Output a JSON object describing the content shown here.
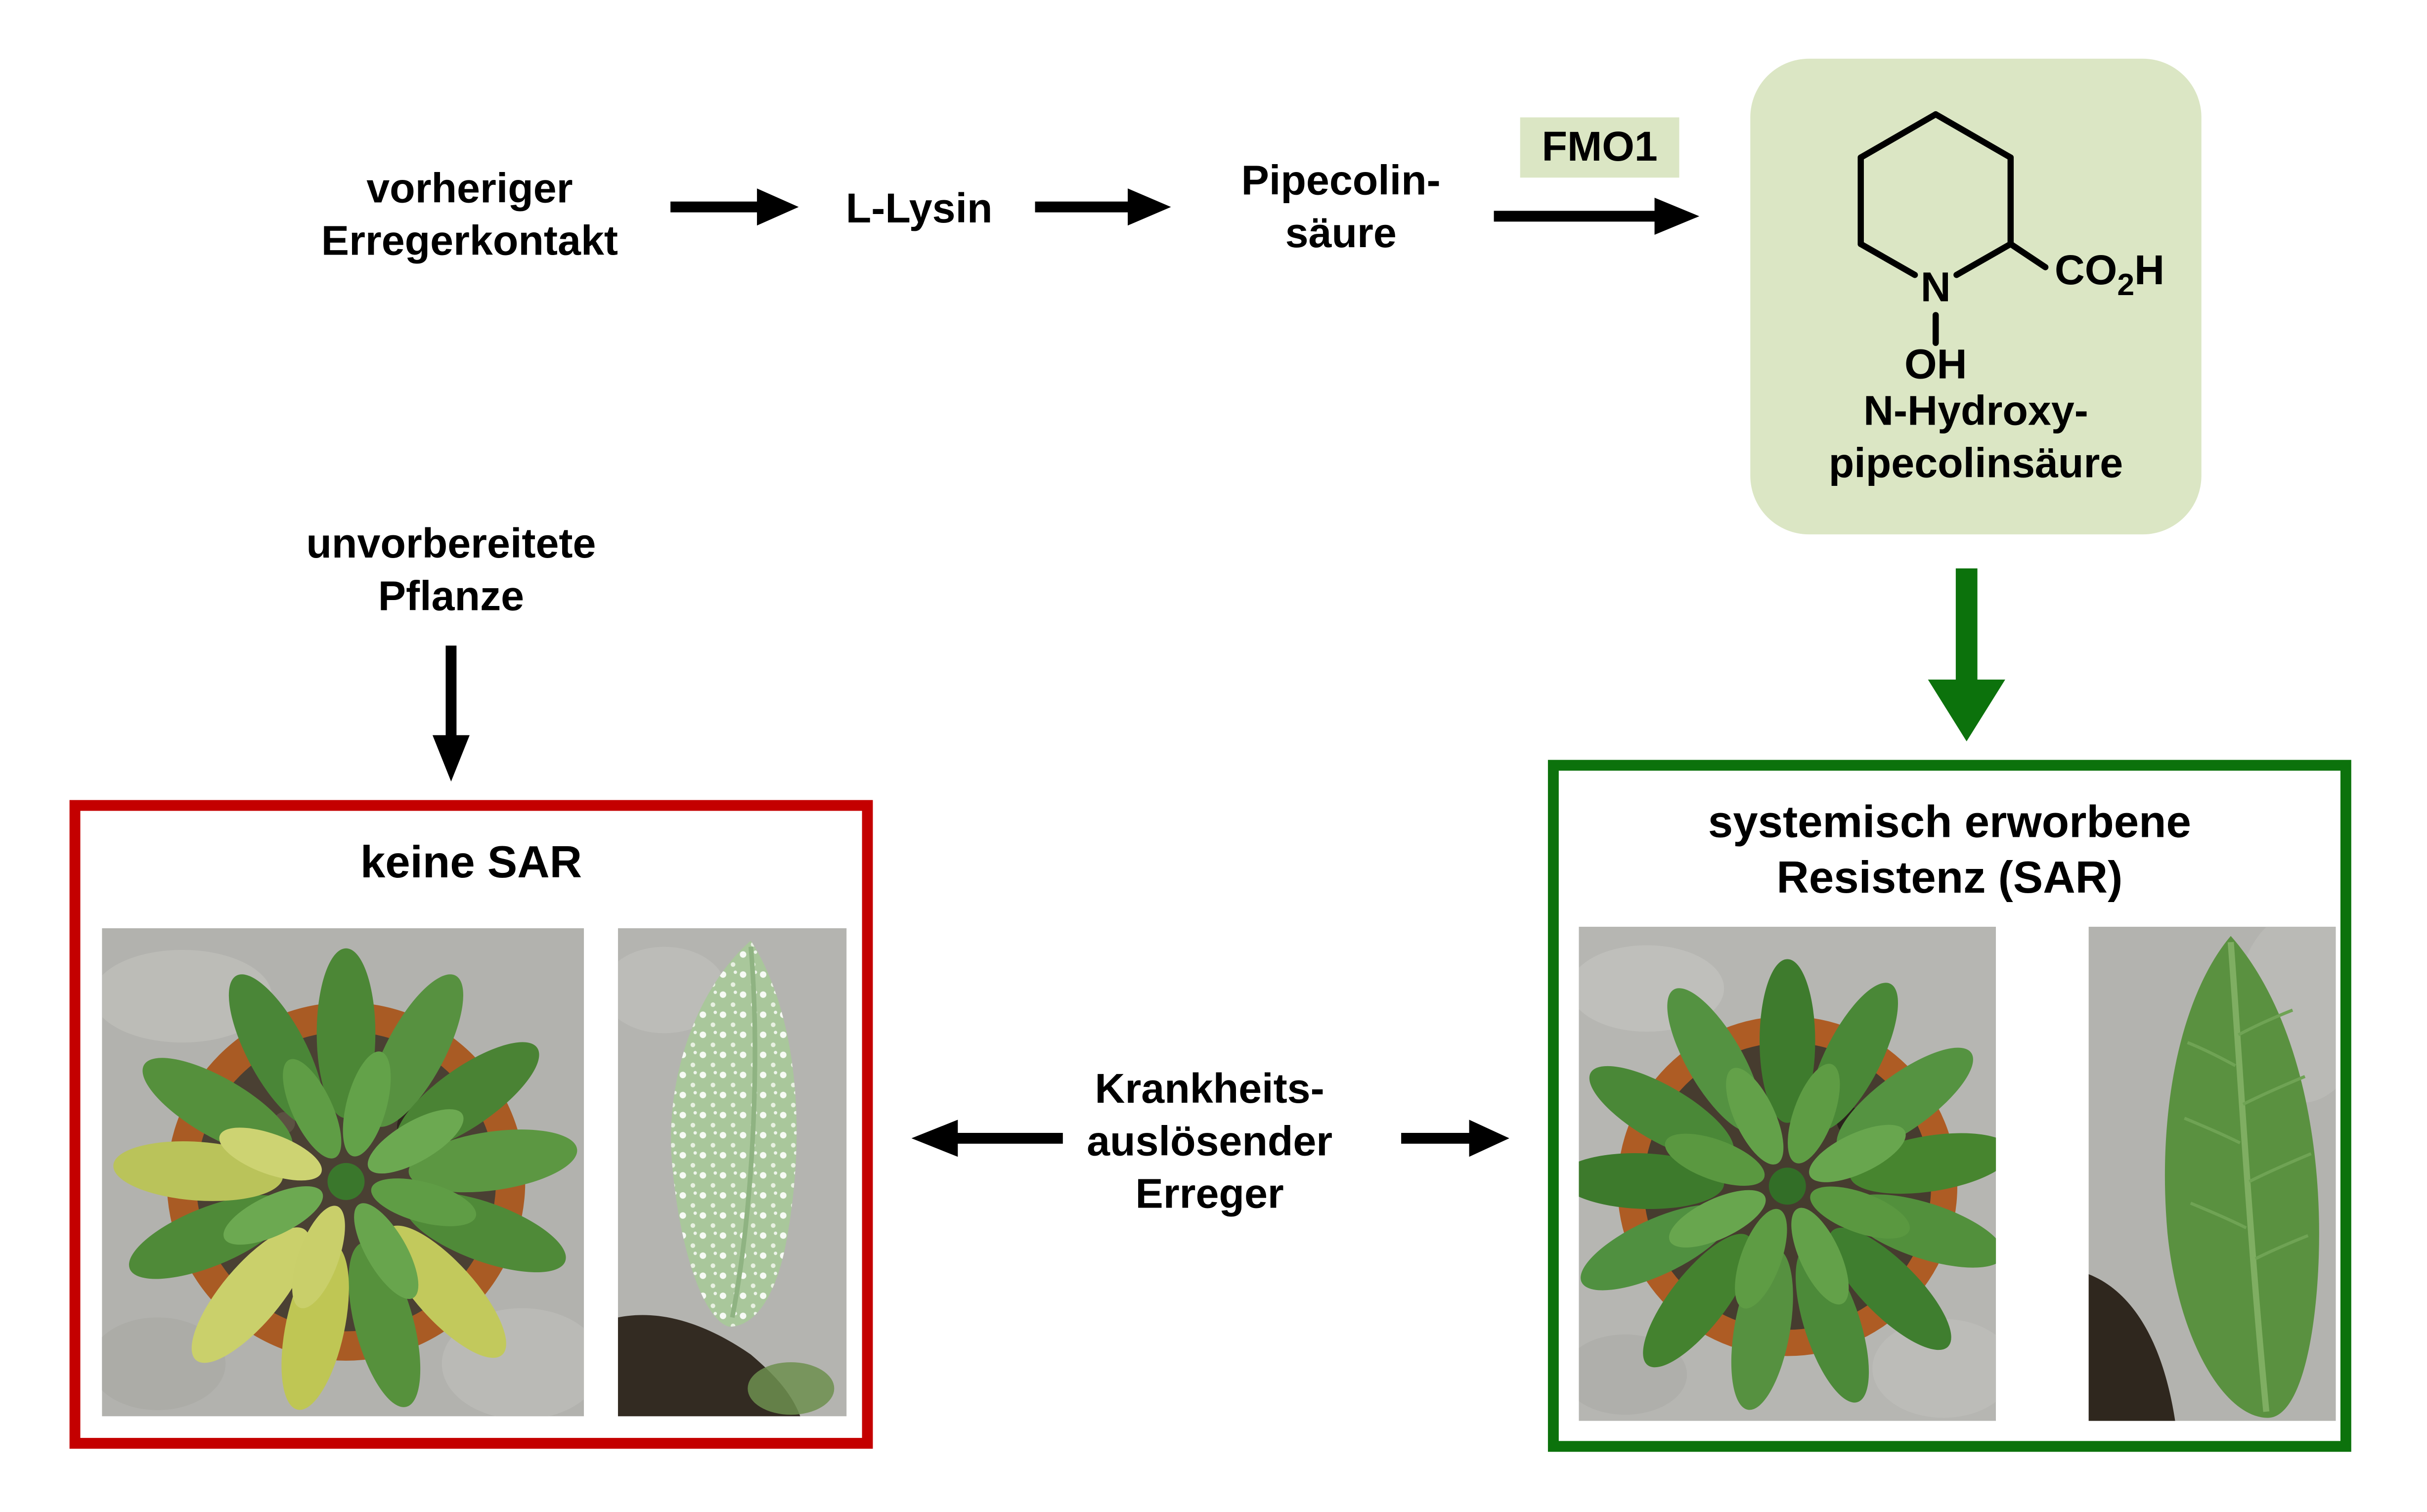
{
  "colors": {
    "light_green": "#dbe6c4",
    "dark_green": "#0c720c",
    "red": "#c40000",
    "black": "#000000"
  },
  "flow": {
    "prior_contact": "vorheriger\nErregerkontakt",
    "l_lysin": "L-Lysin",
    "pipecolic_acid": "Pipecolin-\nsäure",
    "enzyme": "FMO1"
  },
  "molecule": {
    "n": "N",
    "oh": "OH",
    "co": "CO",
    "co_sub": "2",
    "h": "H",
    "label": "N-Hydroxy-\npipecolinsäure"
  },
  "left_branch": {
    "plant_label": "unvorbereitete\nPflanze"
  },
  "pathogen": {
    "label": "Krankheits-\nauslösender\nErreger"
  },
  "no_sar_box": {
    "title": "keine SAR",
    "photos": [
      "diseased plant in pot with yellowing leaves",
      "leaf covered with powdery mildew"
    ]
  },
  "sar_box": {
    "title": "systemisch erworbene\nResistenz (SAR)",
    "photos": [
      "healthy plant in pot",
      "healthy green leaf"
    ]
  },
  "icons": {
    "arrow_right": "→",
    "arrow_left": "←",
    "arrow_down": "↓"
  }
}
